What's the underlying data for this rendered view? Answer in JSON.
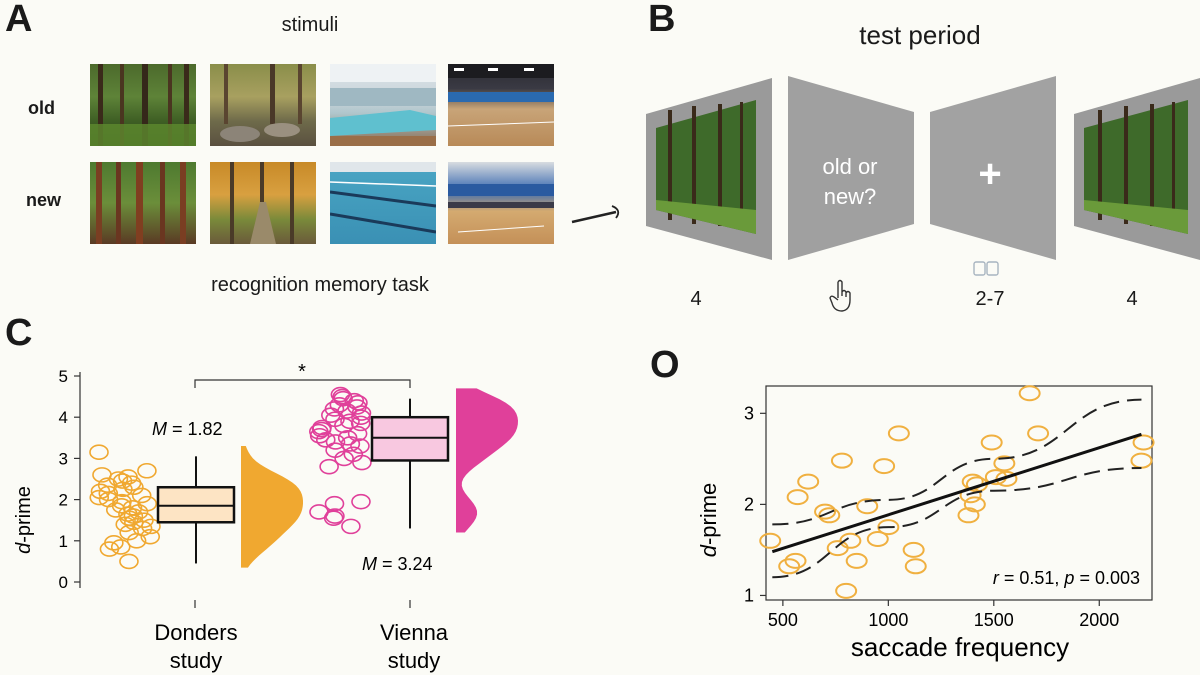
{
  "panelA": {
    "letter": "A",
    "title": "stimuli",
    "row_old": "old",
    "row_new": "new",
    "caption": "recognition memory task",
    "images": {
      "old": [
        "forest",
        "rocky forest",
        "indoor pool",
        "sports hall"
      ],
      "new": [
        "forest",
        "autumn forest",
        "pool lanes",
        "sports hall"
      ]
    }
  },
  "panelB": {
    "letter": "B",
    "title": "test period",
    "prompt_line1": "old or",
    "prompt_line2": "new?",
    "fixation": "+",
    "durations": [
      "4",
      "2-7",
      "4"
    ],
    "icons": [
      "hand-pointer-icon",
      "keyboard-icon"
    ]
  },
  "panelC": {
    "letter": "C",
    "significance": "*",
    "mean_donders_prefix": "M",
    "mean_donders_value": " = 1.82",
    "mean_vienna_prefix": "M",
    "mean_vienna_value": " = 3.24",
    "cat1_line1": "Donders",
    "cat1_line2": "study",
    "cat2_line1": "Vienna",
    "cat2_line2": "study",
    "ylabel_d": "d",
    "ylabel_rest": "-prime",
    "colors": {
      "donders": "#f0a830",
      "vienna": "#e0409a"
    }
  },
  "panelD": {
    "letter": "O",
    "xlabel": "saccade frequency",
    "ylabel_d": "d",
    "ylabel_rest": "-prime",
    "stat_r": "r",
    "stat_r_value": " = 0.51, ",
    "stat_p": "p",
    "stat_p_value": " = 0.003"
  },
  "chart_data": [
    {
      "type": "box",
      "ylim": [
        0,
        5
      ],
      "yticks": [
        0,
        1,
        2,
        3,
        4,
        5
      ],
      "categories": [
        "Donders study",
        "Vienna study"
      ],
      "series": [
        {
          "name": "Donders study",
          "box": {
            "min": 0.45,
            "q1": 1.45,
            "median": 1.85,
            "q3": 2.3,
            "max": 3.05
          },
          "mean": 1.82,
          "points": [
            3.15,
            2.7,
            2.6,
            2.55,
            2.5,
            2.45,
            2.4,
            2.35,
            2.3,
            2.25,
            2.2,
            2.15,
            2.1,
            2.05,
            2.0,
            1.95,
            1.9,
            1.85,
            1.8,
            1.75,
            1.7,
            1.65,
            1.6,
            1.55,
            1.5,
            1.45,
            1.4,
            1.35,
            1.3,
            1.2,
            1.1,
            1.0,
            0.95,
            0.85,
            0.8,
            0.5
          ]
        },
        {
          "name": "Vienna study",
          "box": {
            "min": 1.3,
            "q1": 2.95,
            "median": 3.5,
            "q3": 4.0,
            "max": 4.45
          },
          "mean": 3.24,
          "points": [
            4.55,
            4.5,
            4.45,
            4.4,
            4.35,
            4.3,
            4.25,
            4.2,
            4.15,
            4.1,
            4.05,
            4.0,
            3.95,
            3.9,
            3.85,
            3.8,
            3.75,
            3.7,
            3.65,
            3.6,
            3.55,
            3.5,
            3.45,
            3.4,
            3.35,
            3.3,
            3.2,
            3.1,
            3.0,
            2.9,
            2.8,
            1.95,
            1.9,
            1.7,
            1.6,
            1.55,
            1.35
          ]
        }
      ]
    },
    {
      "type": "scatter",
      "xlabel": "saccade frequency",
      "ylabel": "d-prime",
      "xlim": [
        420,
        2250
      ],
      "ylim": [
        0.95,
        3.3
      ],
      "xticks": [
        500,
        1000,
        1500,
        2000
      ],
      "yticks": [
        1,
        2,
        3
      ],
      "fit": {
        "x0": 450,
        "y0": 1.48,
        "x1": 2200,
        "y1": 2.77
      },
      "ci_upper": [
        [
          450,
          1.78
        ],
        [
          1000,
          2.05
        ],
        [
          1500,
          2.5
        ],
        [
          2200,
          3.15
        ]
      ],
      "ci_lower": [
        [
          450,
          1.2
        ],
        [
          1000,
          1.75
        ],
        [
          1500,
          2.15
        ],
        [
          2200,
          2.4
        ]
      ],
      "x": [
        440,
        530,
        560,
        570,
        620,
        700,
        720,
        760,
        780,
        800,
        820,
        850,
        900,
        950,
        980,
        1000,
        1050,
        1120,
        1130,
        1380,
        1390,
        1400,
        1410,
        1420,
        1490,
        1510,
        1550,
        1560,
        1670,
        1710,
        2200,
        2210
      ],
      "y": [
        1.6,
        1.32,
        1.38,
        2.08,
        2.25,
        1.92,
        1.88,
        1.52,
        2.48,
        1.05,
        1.6,
        1.38,
        1.98,
        1.62,
        2.42,
        1.75,
        2.78,
        1.5,
        1.32,
        1.88,
        2.1,
        2.25,
        2.0,
        2.22,
        2.68,
        2.3,
        2.45,
        2.28,
        3.22,
        2.78,
        2.48,
        2.68
      ]
    }
  ]
}
